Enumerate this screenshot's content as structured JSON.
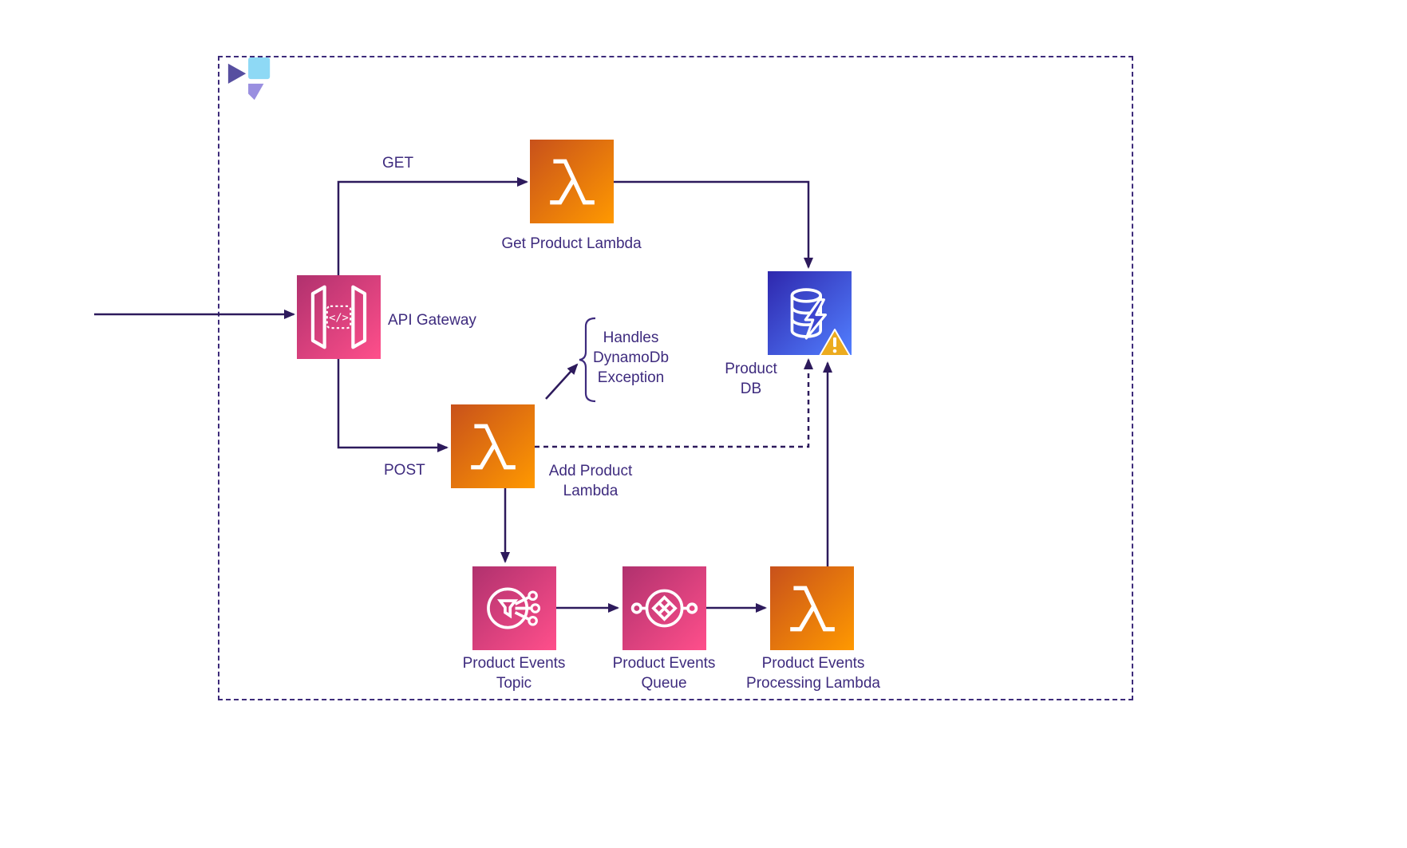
{
  "diagram": {
    "type": "aws-architecture",
    "frame_style": "dashed-rounded-rect",
    "colors": {
      "background": "#ffffff",
      "frame_border": "#3d2b7a",
      "arrow": "#2d1a5c",
      "label_text": "#3e2b7e",
      "lambda_gradient": [
        "#c8511b",
        "#ff9900"
      ],
      "app_integration_gradient": [
        "#b0316e",
        "#ff4f8b"
      ],
      "database_gradient": [
        "#2e27ad",
        "#527fff"
      ],
      "warning_amber": "#ecab1f",
      "logo_indigo": "#574fa0",
      "logo_cyan": "#8ed9f5",
      "logo_lavender": "#9a8fe0"
    },
    "nodes": {
      "api_gateway": {
        "label": "API Gateway",
        "icon": "api-gateway-icon",
        "color": "pink"
      },
      "get_product_lambda": {
        "label": "Get Product Lambda",
        "icon": "lambda-icon",
        "color": "orange"
      },
      "add_product_lambda": {
        "label": "Add Product\nLambda",
        "icon": "lambda-icon",
        "color": "orange"
      },
      "product_db": {
        "label": "Product\nDB",
        "icon": "database-lightning-icon",
        "color": "blue",
        "badge": "warning-triangle-icon"
      },
      "product_events_topic": {
        "label": "Product Events\nTopic",
        "icon": "sns-topic-icon",
        "color": "pink"
      },
      "product_events_queue": {
        "label": "Product Events\nQueue",
        "icon": "sqs-queue-icon",
        "color": "pink"
      },
      "product_events_processing_lambda": {
        "label": "Product Events\nProcessing Lambda",
        "icon": "lambda-icon",
        "color": "orange"
      }
    },
    "edge_labels": {
      "get": "GET",
      "post": "POST"
    },
    "annotations": {
      "handles_exception": "Handles\nDynamoDb\nException"
    },
    "edges": [
      {
        "from": "external-left",
        "to": "api_gateway",
        "style": "solid"
      },
      {
        "from": "api_gateway",
        "to": "get_product_lambda",
        "style": "solid",
        "label": "GET"
      },
      {
        "from": "get_product_lambda",
        "to": "product_db",
        "style": "solid"
      },
      {
        "from": "api_gateway",
        "to": "add_product_lambda",
        "style": "solid",
        "label": "POST"
      },
      {
        "from": "add_product_lambda",
        "to": "product_db",
        "style": "dashed"
      },
      {
        "from": "add_product_lambda",
        "to": "handles_exception_annotation",
        "style": "solid"
      },
      {
        "from": "add_product_lambda",
        "to": "product_events_topic",
        "style": "solid"
      },
      {
        "from": "product_events_topic",
        "to": "product_events_queue",
        "style": "solid"
      },
      {
        "from": "product_events_queue",
        "to": "product_events_processing_lambda",
        "style": "solid"
      },
      {
        "from": "product_events_processing_lambda",
        "to": "product_db",
        "style": "solid"
      }
    ]
  }
}
